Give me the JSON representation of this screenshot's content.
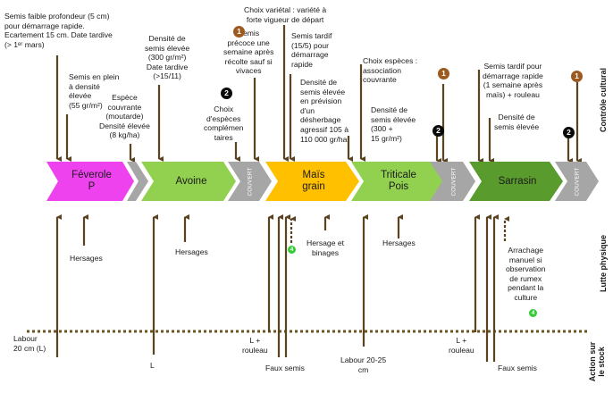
{
  "colors": {
    "arrow": "#5b4320",
    "feverole": "#ee42ee",
    "avoine": "#92d050",
    "mais": "#ffc000",
    "triticale": "#92d050",
    "sarrasin": "#5a9b2d",
    "couvert": "#a6a6a6",
    "badge_brown": "#9c5a21",
    "badge_black": "#0a0a0a",
    "badge_green": "#33cc33",
    "dotted_line": "#6e5520"
  },
  "crops": [
    {
      "name": "Féverole\nP",
      "color": "#ee42ee"
    },
    {
      "name": "Avoine",
      "color": "#92d050"
    },
    {
      "name": "Maïs\ngrain",
      "color": "#ffc000"
    },
    {
      "name": "Triticale\nPois",
      "color": "#92d050"
    },
    {
      "name": "Sarrasin",
      "color": "#5a9b2d"
    }
  ],
  "couvert_label": "COUVERT",
  "side_labels": {
    "cultural": "Contrôle cultural",
    "physique": "Lutte physique",
    "stock": "Action sur\nle stock"
  },
  "badges": {
    "b1": "1",
    "b2": "2",
    "b4": "4"
  },
  "cultural_notes": [
    "Semis faible profondeur (5 cm)\npour démarrage rapide.\nEcartement 15 cm. Date tardive\n(> 1ᵉʳ mars)",
    "Semis en plein\nà densité\nélevée\n(55 gr/m²)",
    "Espèce\ncouvrante\n(moutarde)\nDensité élevée\n(8 kg/ha)",
    "Densité de\nsemis élevée\n(300 gr/m²)\nDate tardive\n(>15/11)",
    "Choix\nd'espèces\ncomplémen\ntaires",
    "Choix variétal : variété à\nforte vigueur de départ",
    "Semis\nprécoce une\nsemaine après\nrécolte sauf si\nvivaces",
    "Semis tardif\n(15/5) pour\ndémarrage\nrapide",
    "Densité de\nsemis élevée\nen prévision\nd'un\ndésherbage\nagressif 105 à\n110 000 gr/ha",
    "Choix espèces :\nassociation\ncouvrante",
    "Densité de\nsemis élevée\n(300 +\n15 gr/m²)",
    "Semis tardif pour\ndémarrage rapide\n(1 semaine après\nmaïs) + rouleau",
    "Densité de\nsemis élevée"
  ],
  "physique_notes": [
    "Hersages",
    "Hersages",
    "Hersage et\nbinages",
    "Hersages",
    "Arrachage\nmanuel si\nobservation\nde rumex\npendant la\nculture"
  ],
  "stock_notes": [
    "Labour\n20 cm (L)",
    "L",
    "L +\nrouleau",
    "Faux semis",
    "Labour 20-25\ncm",
    "L +\nrouleau",
    "Faux semis"
  ]
}
